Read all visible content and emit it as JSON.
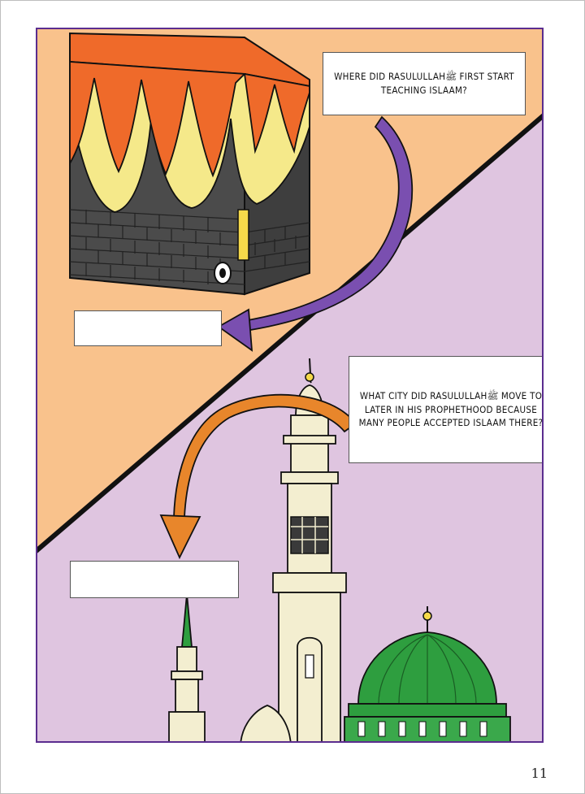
{
  "question_1": "Where did Rasulullahﷺ first start teaching Islaam?",
  "question_2": "What city did Rasulullahﷺ move to later in his prophethood because many people accepted Islaam there?",
  "page_number": "11",
  "colors": {
    "top_background": "#f9c28c",
    "bottom_background": "#dfc5e0",
    "frame": "#5b2d8f",
    "arrow_purple": "#7a4fb0",
    "arrow_orange": "#e8862b",
    "kaaba_cloth": "#ef6a2a",
    "kaaba_gold": "#f5e98a",
    "kaaba_stone": "#4a4a4a",
    "dome_green": "#2e9e3f",
    "minaret_cream": "#f3eed0"
  },
  "illustrations": [
    "kaaba-illustration",
    "masjid-nabawi-illustration"
  ]
}
